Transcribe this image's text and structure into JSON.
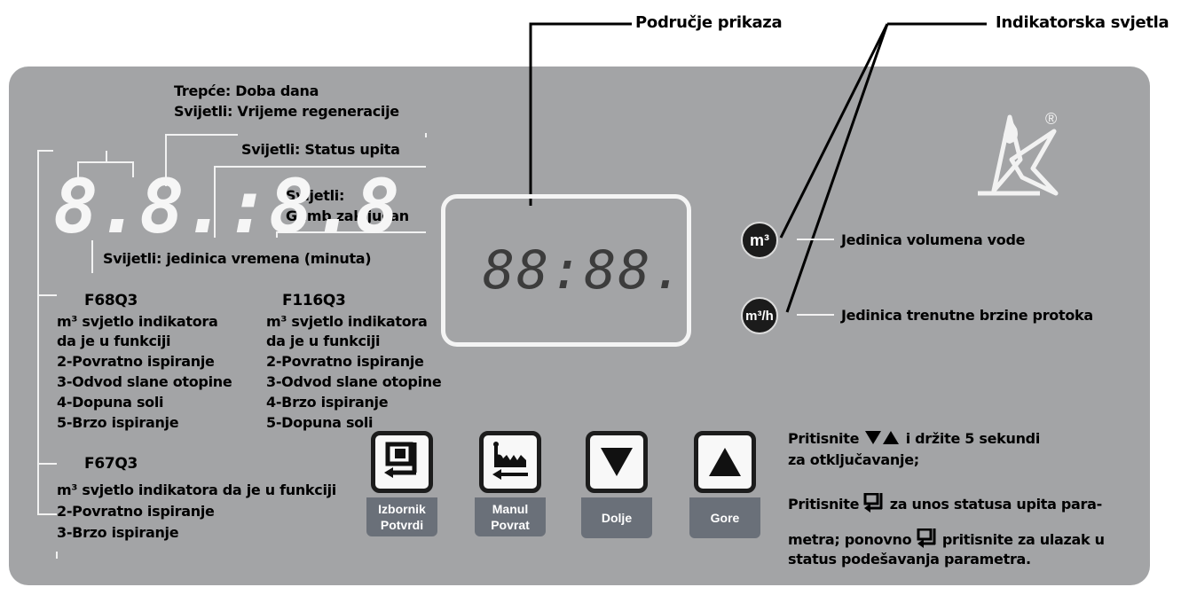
{
  "headings": {
    "display_area": "Područje prikaza",
    "indicator_lights": "Indikatorska svjetla"
  },
  "left_labels": {
    "blink_time": "Trepće: Doba dana",
    "lit_regen_time": "Svijetli: Vrijeme regeneracije",
    "lit_query": "Svijetli: Status upita",
    "lit_locked_1": "Svijetli:",
    "lit_locked_2": "Gumb zaključan",
    "lit_time_unit": "Svijetli:  jedinica vremena (minuta)"
  },
  "segment_display": "8.8.:8.8",
  "lcd_display": "88:88.",
  "models": [
    {
      "name": "F68Q3",
      "lines": [
        "m³ svjetlo indikatora",
        "da je u funkciji",
        "2-Povratno ispiranje",
        "3-Odvod slane otopine",
        "4-Dopuna soli",
        "5-Brzo ispiranje"
      ]
    },
    {
      "name": "F116Q3",
      "lines": [
        "m³ svjetlo indikatora",
        "da je u funkciji",
        "2-Povratno ispiranje",
        "3-Odvod slane otopine",
        "4-Brzo ispiranje",
        "5-Dopuna soli"
      ]
    },
    {
      "name": "F67Q3",
      "lines": [
        "m³ svjetlo indikatora da je u funkciji",
        "2-Povratno ispiranje",
        "3-Brzo ispiranje"
      ]
    }
  ],
  "indicators": {
    "m3_icon": "m³",
    "m3h_icon": "m³/h",
    "m3_label": "Jedinica volumena vode",
    "m3h_label": "Jedinica trenutne brzine protoka"
  },
  "buttons": [
    {
      "line1": "Izbornik",
      "line2": "Potvrdi",
      "icon": "menu-enter-icon"
    },
    {
      "line1": "Manul",
      "line2": "Povrat",
      "icon": "manual-regen-icon"
    },
    {
      "line1": "Dolje",
      "line2": "",
      "icon": "down-triangle-icon"
    },
    {
      "line1": "Gore",
      "line2": "",
      "icon": "up-triangle-icon"
    }
  ],
  "instructions": {
    "line1_a": "Pritisnite",
    "line1_b": "i držite 5 sekundi",
    "line2": "za otključavanje;",
    "line3_a": "Pritisnite",
    "line3_b": "za unos statusa upita para-",
    "line4_a": "metra; ponovno",
    "line4_b": "pritisnite za ulazak u",
    "line5": "status podešavanja parametra."
  },
  "logo": {
    "registered": "®"
  },
  "colors": {
    "panel": "#a3a4a6",
    "button_tag": "#6a7079",
    "indicator": "#1b1b1b"
  }
}
